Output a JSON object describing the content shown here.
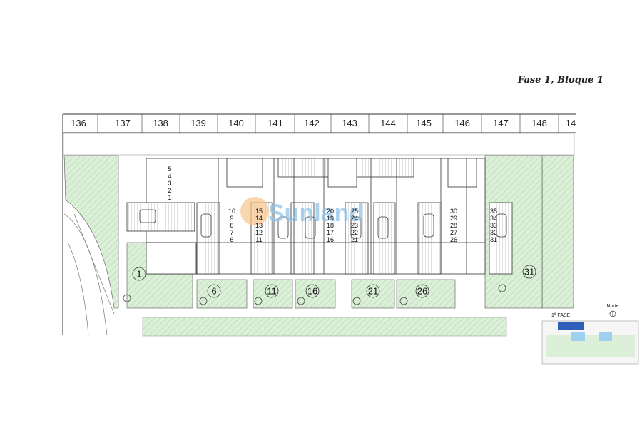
{
  "title": "Fase 1, Bloque 1",
  "watermark": "Sunland",
  "column_labels": [
    "136",
    "137",
    "138",
    "139",
    "140",
    "141",
    "142",
    "143",
    "144",
    "145",
    "146",
    "147",
    "148",
    "14"
  ],
  "unit_columns": [
    [
      "5",
      "4",
      "3",
      "2",
      "1"
    ],
    [
      "10",
      "9",
      "8",
      "7",
      "6"
    ],
    [
      "15",
      "14",
      "13",
      "12",
      "11"
    ],
    [
      "20",
      "19",
      "18",
      "17",
      "16"
    ],
    [
      "25",
      "24",
      "23",
      "22",
      "21"
    ],
    [
      "30",
      "29",
      "28",
      "27",
      "26"
    ],
    [
      "35",
      "34",
      "33",
      "32",
      "31"
    ]
  ],
  "lots": [
    "1",
    "6",
    "11",
    "16",
    "21",
    "26",
    "31"
  ],
  "compass_label": "Norte",
  "keymap_label": "1ª FASE",
  "colors": {
    "grass": "#d8eed4",
    "hatch": "#a6d3a0",
    "line": "#333333",
    "keymap_blue": "#2f5fb8"
  }
}
